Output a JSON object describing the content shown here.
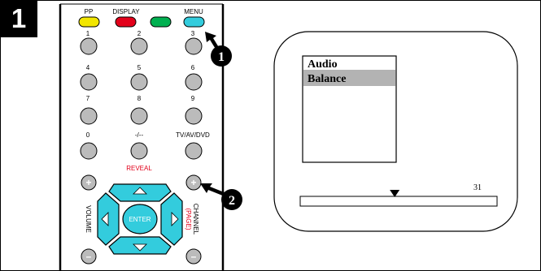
{
  "step": {
    "number": "1"
  },
  "remote": {
    "top_labels": {
      "pp": "PP",
      "display": "DISPLAY",
      "menu": "MENU"
    },
    "color_buttons": {
      "yellow": "#f2e600",
      "red": "#e2001a",
      "green": "#00b050",
      "cyan": "#33ccdd"
    },
    "number_labels": [
      "1",
      "2",
      "3",
      "4",
      "5",
      "6",
      "7",
      "8",
      "9",
      "0",
      "-/--",
      "TV/AV/DVD"
    ],
    "reveal_label": "REVEAL",
    "volume_label": "VOLUME",
    "channel_label": "CHANNEL",
    "page_label": "(PAGE)",
    "enter_label": "ENTER",
    "plus_symbol": "+",
    "minus_symbol": "–",
    "accent_red": "#e2001a",
    "dpad_color": "#33ccdd"
  },
  "callouts": {
    "first": "1",
    "second": "2"
  },
  "tv": {
    "menu_items": [
      "Audio",
      "Balance"
    ],
    "selected_index": 1,
    "slider_value": "31",
    "slider_fraction": 0.48
  }
}
